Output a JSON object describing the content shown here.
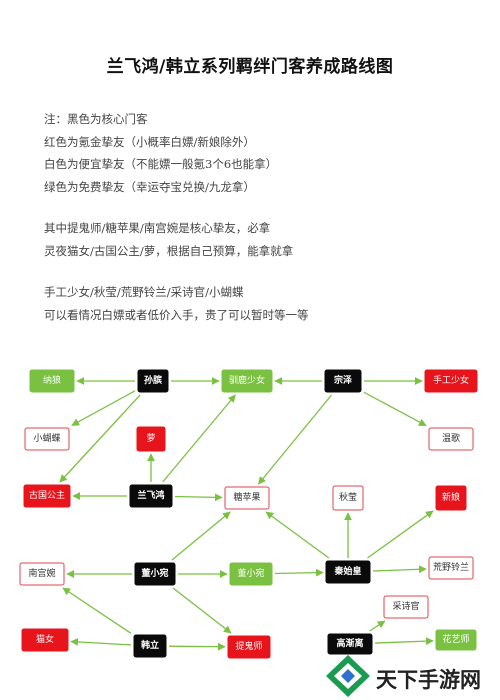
{
  "title": "兰飞鸿/韩立系列羁绊门客养成路线图",
  "notes": {
    "paragraph1": [
      "注：黑色为核心门客",
      "红色为氪金挚友（小概率白嫖/新娘除外）",
      "白色为便宜挚友（不能嫖一般氪3个6也能拿）",
      "绿色为免费挚友（幸运夺宝兑换/九龙拿）"
    ],
    "paragraph2": [
      "其中提鬼师/糖苹果/南宫婉是核心挚友，必拿",
      "灵夜猫女/古国公主/萝，根据自己预算，能拿就拿"
    ],
    "paragraph3": [
      "手工少女/秋莹/荒野铃兰/采诗官/小蝴蝶",
      "可以看情况白嫖或者低价入手，贵了可以暂时等一等"
    ]
  },
  "colors": {
    "core": "#0a0a0a",
    "paid": "#e8141b",
    "cheap": "#ffffff",
    "cheap_border": "#e0474c",
    "free": "#7ac142",
    "edge": "#7ac142"
  },
  "diagram": {
    "nodes": [
      {
        "id": "n1",
        "label": "纳狼",
        "type": "free"
      },
      {
        "id": "n2",
        "label": "孙膑",
        "type": "core"
      },
      {
        "id": "n3",
        "label": "驯鹿少女",
        "type": "free"
      },
      {
        "id": "n4",
        "label": "宗泽",
        "type": "core"
      },
      {
        "id": "n5",
        "label": "手工少女",
        "type": "paid"
      },
      {
        "id": "n6",
        "label": "小蝴蝶",
        "type": "cheap"
      },
      {
        "id": "n7",
        "label": "萝",
        "type": "paid"
      },
      {
        "id": "n8",
        "label": "温歌",
        "type": "cheap"
      },
      {
        "id": "n9",
        "label": "古国公主",
        "type": "paid"
      },
      {
        "id": "n10",
        "label": "兰飞鸿",
        "type": "core"
      },
      {
        "id": "n11",
        "label": "糖苹果",
        "type": "cheap"
      },
      {
        "id": "n12",
        "label": "秋莹",
        "type": "cheap"
      },
      {
        "id": "n13",
        "label": "新娘",
        "type": "paid"
      },
      {
        "id": "n14",
        "label": "南宫婉",
        "type": "cheap"
      },
      {
        "id": "n15",
        "label": "董小宛",
        "type": "core"
      },
      {
        "id": "n16",
        "label": "董小宛",
        "type": "free"
      },
      {
        "id": "n17",
        "label": "秦始皇",
        "type": "core"
      },
      {
        "id": "n18",
        "label": "荒野铃兰",
        "type": "cheap"
      },
      {
        "id": "n19",
        "label": "采诗官",
        "type": "cheap"
      },
      {
        "id": "n20",
        "label": "猫女",
        "type": "paid"
      },
      {
        "id": "n21",
        "label": "韩立",
        "type": "core"
      },
      {
        "id": "n22",
        "label": "提鬼师",
        "type": "paid"
      },
      {
        "id": "n23",
        "label": "高渐离",
        "type": "core"
      },
      {
        "id": "n24",
        "label": "花艺师",
        "type": "free"
      }
    ],
    "edges": [
      [
        "n2",
        "n1"
      ],
      [
        "n2",
        "n3"
      ],
      [
        "n2",
        "n6"
      ],
      [
        "n2",
        "n9"
      ],
      [
        "n4",
        "n3"
      ],
      [
        "n4",
        "n5"
      ],
      [
        "n4",
        "n8"
      ],
      [
        "n4",
        "n11"
      ],
      [
        "n10",
        "n7"
      ],
      [
        "n10",
        "n9"
      ],
      [
        "n10",
        "n3"
      ],
      [
        "n10",
        "n11"
      ],
      [
        "n17",
        "n12"
      ],
      [
        "n17",
        "n13"
      ],
      [
        "n17",
        "n18"
      ],
      [
        "n17",
        "n11"
      ],
      [
        "n16",
        "n17"
      ],
      [
        "n15",
        "n16"
      ],
      [
        "n15",
        "n11"
      ],
      [
        "n15",
        "n14"
      ],
      [
        "n15",
        "n22"
      ],
      [
        "n21",
        "n20"
      ],
      [
        "n21",
        "n22"
      ],
      [
        "n21",
        "n14"
      ],
      [
        "n23",
        "n19"
      ],
      [
        "n23",
        "n24"
      ]
    ]
  },
  "watermark": {
    "text": "天下手游网"
  }
}
